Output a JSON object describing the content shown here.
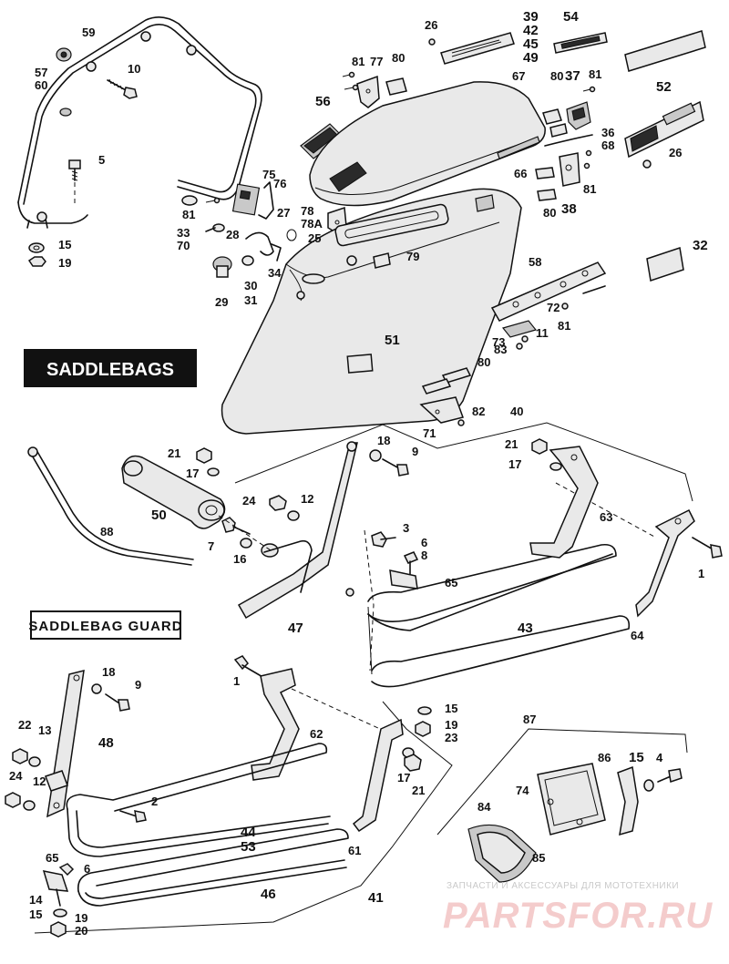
{
  "sections": {
    "saddlebags": "SADDLEBAGS",
    "saddlebag_guard": "SADDLEBAG GUARD"
  },
  "watermark": {
    "tagline": "ЗАПЧАСТИ И АКСЕССУАРЫ ДЛЯ МОТОТЕХНИКИ",
    "brand": "PARTSFOR.RU"
  },
  "callouts": {
    "c59": "59",
    "c57_60": [
      "57",
      "60"
    ],
    "c10": "10",
    "c5": "5",
    "c15a": "15",
    "c19a": "19",
    "c26a": "26",
    "c39_49": [
      "39",
      "42",
      "45",
      "49"
    ],
    "c54": "54",
    "c81a": "81",
    "c77": "77",
    "c80a": "80",
    "c56": "56",
    "c67": "67",
    "c80b": "80",
    "c37": "37",
    "c81b": "81",
    "c52": "52",
    "c36_68": [
      "36",
      "68"
    ],
    "c26b": "26",
    "c75": "75",
    "c76": "76",
    "c81c": "81",
    "c27": "27",
    "c78": [
      "78",
      "78A"
    ],
    "c66": "66",
    "c81d": "81",
    "c80c": "80",
    "c38": "38",
    "c33_70": [
      "33",
      "70"
    ],
    "c28": "28",
    "c25": "25",
    "c79": "79",
    "c32": "32",
    "c29": "29",
    "c30_31": [
      "30",
      "31"
    ],
    "c34": "34",
    "c58": "58",
    "c72": "72",
    "c81e": "81",
    "c73": "73",
    "c11": "11",
    "c83": "83",
    "c51": "51",
    "c80d": "80",
    "c82": "82",
    "c71": "71",
    "c40": "40",
    "c21a": "21",
    "c17a": "17",
    "c18a": "18",
    "c9a": "9",
    "c21b": "21",
    "c17b": "17",
    "c88": "88",
    "c50": "50",
    "c24a": "24",
    "c12a": "12",
    "c63": "63",
    "c7": "7",
    "c16": "16",
    "c3": "3",
    "c6_8": [
      "6",
      "8"
    ],
    "c65a": "65",
    "c1a": "1",
    "c47": "47",
    "c43": "43",
    "c64": "64",
    "c18b": "18",
    "c9b": "9",
    "c1b": "1",
    "c62": "62",
    "c15b": "15",
    "c19_23": [
      "19",
      "23"
    ],
    "c48": "48",
    "c22": "22",
    "c13": "13",
    "c24b": "24",
    "c12b": "12",
    "c2": "2",
    "c17c": "17",
    "c21c": "21",
    "c87": "87",
    "c86": "86",
    "c15c": "15",
    "c4": "4",
    "c74": "74",
    "c84": "84",
    "c85": "85",
    "c44_53": [
      "44",
      "53"
    ],
    "c61": "61",
    "c65b": "65",
    "c6b": "6",
    "c14": "14",
    "c15d": "15",
    "c19b": "19",
    "c20": "20",
    "c46": "46",
    "c41": "41"
  }
}
